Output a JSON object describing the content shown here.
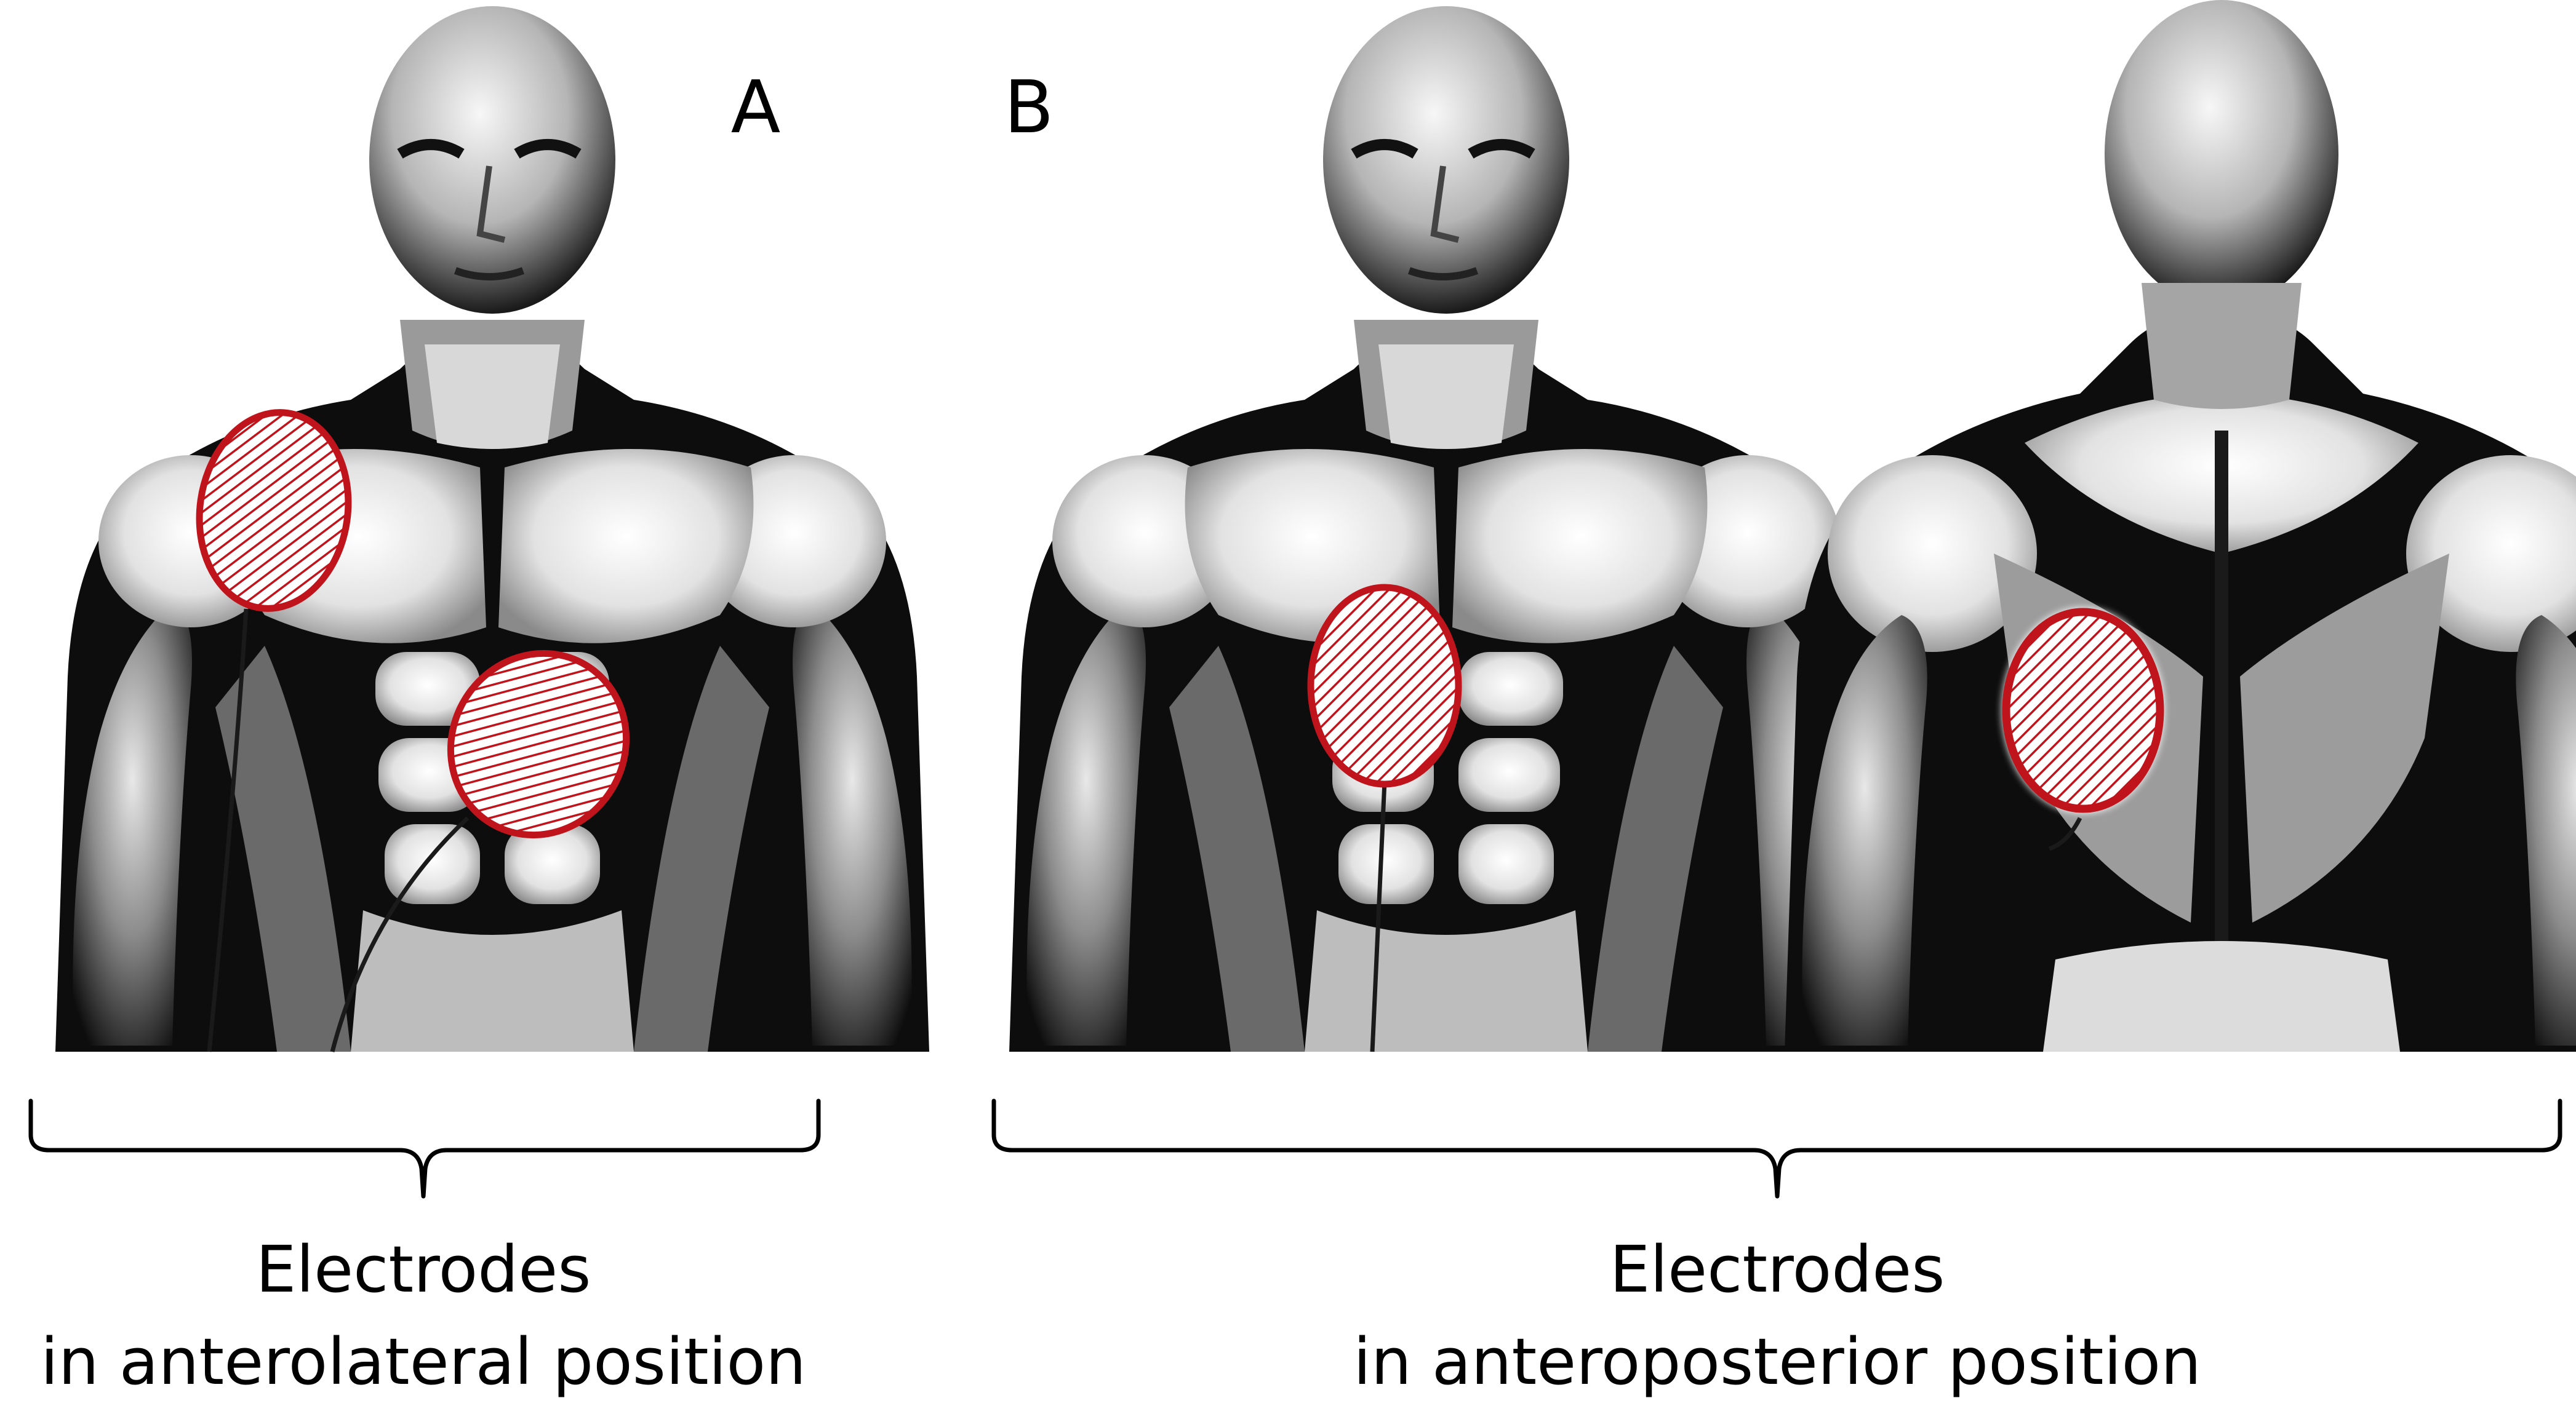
{
  "panels": [
    {
      "letter": "A",
      "caption_line1": "Electrodes",
      "caption_line2": "in anterolateral position"
    },
    {
      "letter": "B",
      "caption_line1": "Electrodes",
      "caption_line2": "in anteroposterior position"
    }
  ],
  "colors": {
    "electrode_outline": "#c0141c",
    "electrode_hatch": "#c0141c",
    "body_dark": "#0d0d0d",
    "body_light": "#f2f2f2",
    "background": "#ffffff"
  },
  "icons": {
    "torso_front": "torso-front-figure",
    "torso_back": "torso-back-figure",
    "electrode_pad": "electrode-pad-icon"
  }
}
